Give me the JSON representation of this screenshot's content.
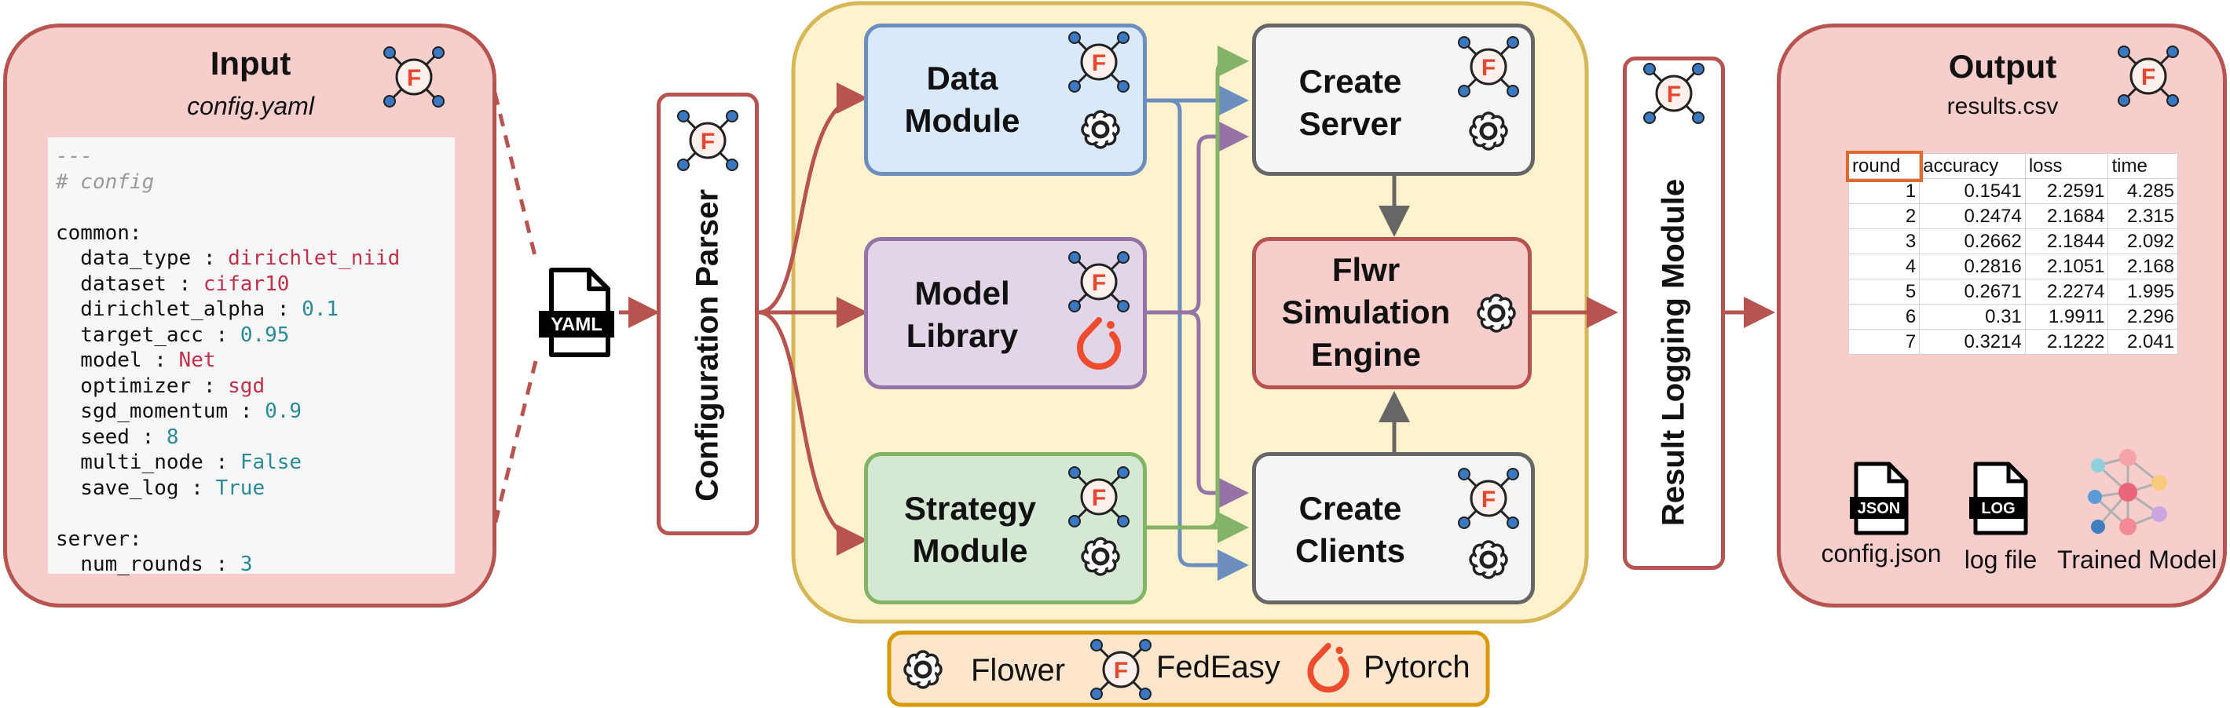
{
  "input": {
    "title": "Input",
    "subtitle": "config.yaml",
    "code_lines": [
      {
        "parts": [
          {
            "t": "---",
            "c": "c"
          }
        ]
      },
      {
        "parts": [
          {
            "t": "# config",
            "c": "c"
          }
        ]
      },
      {
        "parts": [
          {
            "t": "",
            "c": "k"
          }
        ]
      },
      {
        "parts": [
          {
            "t": "common:",
            "c": "k"
          }
        ]
      },
      {
        "parts": [
          {
            "t": "  data_type : ",
            "c": "k"
          },
          {
            "t": "dirichlet_niid",
            "c": "s"
          }
        ]
      },
      {
        "parts": [
          {
            "t": "  dataset : ",
            "c": "k"
          },
          {
            "t": "cifar10",
            "c": "s"
          }
        ]
      },
      {
        "parts": [
          {
            "t": "  dirichlet_alpha : ",
            "c": "k"
          },
          {
            "t": "0.1",
            "c": "n"
          }
        ]
      },
      {
        "parts": [
          {
            "t": "  target_acc : ",
            "c": "k"
          },
          {
            "t": "0.95",
            "c": "n"
          }
        ]
      },
      {
        "parts": [
          {
            "t": "  model : ",
            "c": "k"
          },
          {
            "t": "Net",
            "c": "s"
          }
        ]
      },
      {
        "parts": [
          {
            "t": "  optimizer : ",
            "c": "k"
          },
          {
            "t": "sgd",
            "c": "s"
          }
        ]
      },
      {
        "parts": [
          {
            "t": "  sgd_momentum : ",
            "c": "k"
          },
          {
            "t": "0.9",
            "c": "n"
          }
        ]
      },
      {
        "parts": [
          {
            "t": "  seed : ",
            "c": "k"
          },
          {
            "t": "8",
            "c": "n"
          }
        ]
      },
      {
        "parts": [
          {
            "t": "  multi_node : ",
            "c": "k"
          },
          {
            "t": "False",
            "c": "n"
          }
        ]
      },
      {
        "parts": [
          {
            "t": "  save_log : ",
            "c": "k"
          },
          {
            "t": "True",
            "c": "n"
          }
        ]
      },
      {
        "parts": [
          {
            "t": "",
            "c": "k"
          }
        ]
      },
      {
        "parts": [
          {
            "t": "server:",
            "c": "k"
          }
        ]
      },
      {
        "parts": [
          {
            "t": "  num_rounds : ",
            "c": "k"
          },
          {
            "t": "3",
            "c": "n"
          }
        ]
      }
    ]
  },
  "yaml_icon_label": "YAML",
  "config_parser": "Configuration Parser",
  "modules": {
    "data": "Data\nModule",
    "model": "Model\nLibrary",
    "strategy": "Strategy\nModule",
    "create_server": "Create\nServer",
    "engine": "Flwr\nSimulation\nEngine",
    "create_clients": "Create\nClients"
  },
  "result_logging": "Result Logging Module",
  "output": {
    "title": "Output",
    "subtitle": "results.csv",
    "table_header": [
      "round",
      "accuracy",
      "loss",
      "time"
    ],
    "table_rows": [
      [
        "1",
        "0.1541",
        "2.2591",
        "4.285"
      ],
      [
        "2",
        "0.2474",
        "2.1684",
        "2.315"
      ],
      [
        "3",
        "0.2662",
        "2.1844",
        "2.092"
      ],
      [
        "4",
        "0.2816",
        "2.1051",
        "2.168"
      ],
      [
        "5",
        "0.2671",
        "2.2274",
        "1.995"
      ],
      [
        "6",
        "0.31",
        "1.9911",
        "2.296"
      ],
      [
        "7",
        "0.3214",
        "2.1222",
        "2.041"
      ]
    ],
    "files": [
      {
        "icon": "JSON",
        "caption": "config.json"
      },
      {
        "icon": "LOG",
        "caption": "log file"
      },
      {
        "icon": "model",
        "caption": "Trained Model"
      }
    ]
  },
  "legend": {
    "flower": "Flower",
    "fedeasy": "FedEasy",
    "pytorch": "Pytorch"
  },
  "fedeasy_letter": "F",
  "colors": {
    "red": "#b85450",
    "blue": "#6c8ebf",
    "purple": "#9673a6",
    "green": "#82b366",
    "gray": "#666666",
    "yellow_bg": "#fff2cc",
    "yellow_border": "#d6b656",
    "orange_bg": "#ffe6cc",
    "orange_border": "#d79b00"
  }
}
